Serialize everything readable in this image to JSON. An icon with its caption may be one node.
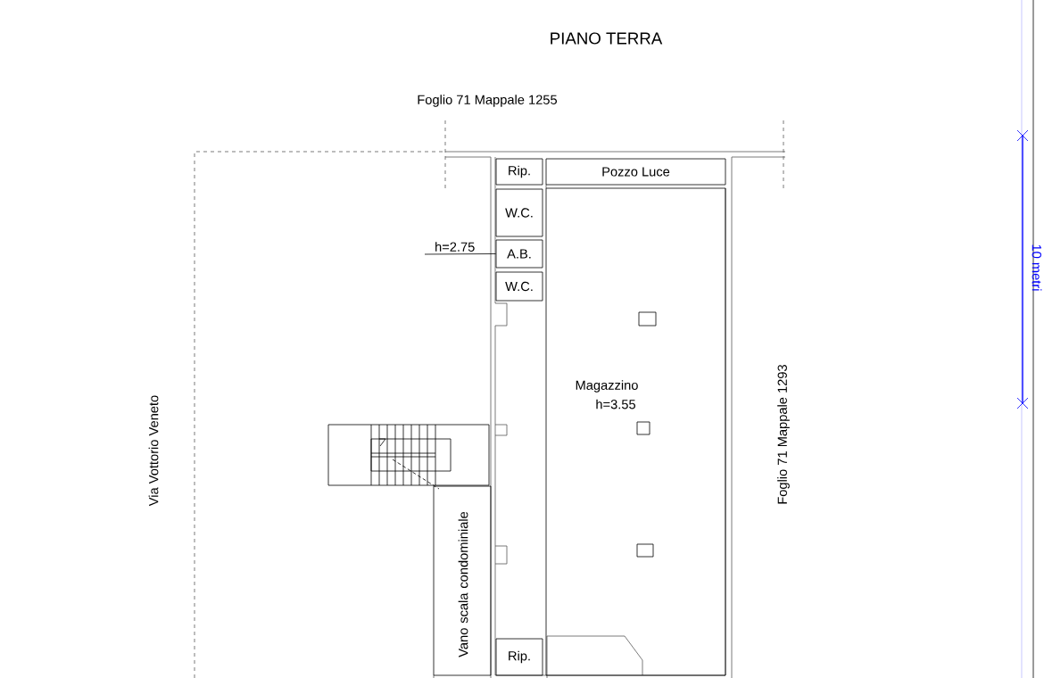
{
  "diagram": {
    "title": "PIANO TERRA",
    "nodes": [
      {
        "text": [
          "Rip."
        ]
      },
      {
        "text": [
          "Pozzo Luce"
        ]
      },
      {
        "text": [
          "W.C."
        ]
      },
      {
        "text": [
          "A.B."
        ]
      },
      {
        "text": [
          "W.C."
        ]
      },
      {
        "text": [
          "Magazzino",
          "h=3.55"
        ]
      },
      {
        "text": [
          "Vano scala condominiale"
        ]
      },
      {
        "text": [
          "Rip."
        ]
      },
      {
        "text": [
          "h=2.75"
        ]
      }
    ],
    "edges": [
      {
        "from": 8,
        "to": 3,
        "arrow": "none"
      }
    ],
    "labels": [
      "Foglio 71 Mappale 1255",
      "Via Vottorio Veneto",
      "Foglio 71 Mappale 1293",
      "10 metri"
    ]
  }
}
